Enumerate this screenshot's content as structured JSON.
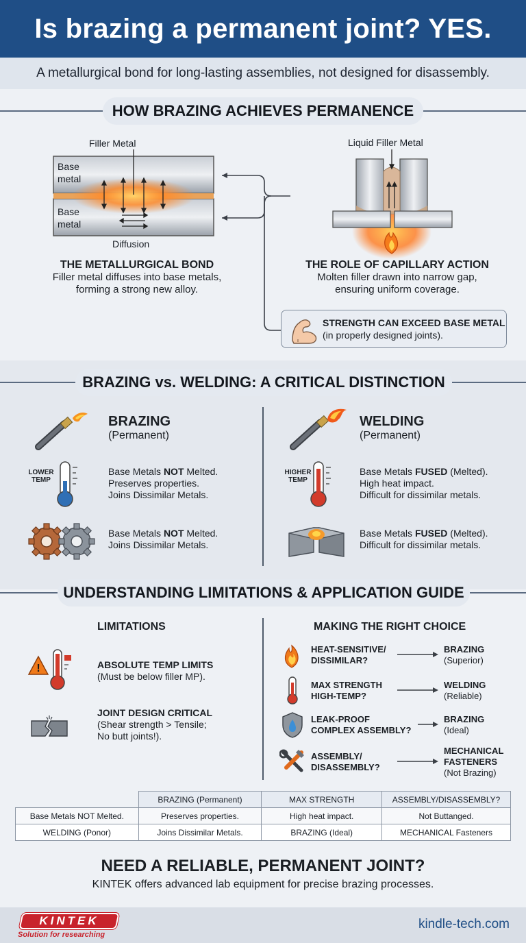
{
  "header": {
    "title": "Is brazing a permanent joint? YES.",
    "subtitle": "A metallurgical bond for long-lasting assemblies, not designed for disassembly."
  },
  "section1": {
    "title": "HOW BRAZING ACHIEVES PERMANENCE",
    "left_diagram": {
      "filler_label": "Filler Metal",
      "base_top": "Base metal",
      "base_bottom": "Base metal",
      "diffusion_label": "Diffusion"
    },
    "right_diagram": {
      "filler_label": "Liquid Filler Metal"
    },
    "left_caption": {
      "title": "THE METALLURGICAL BOND",
      "line1": "Filler metal diffuses into base metals,",
      "line2": "forming a strong new alloy."
    },
    "right_caption": {
      "title": "THE ROLE OF CAPILLARY ACTION",
      "line1": "Molten filler drawn into narrow gap,",
      "line2": "ensuring uniform coverage."
    },
    "strength_box": {
      "title": "STRENGTH CAN EXCEED BASE METAL",
      "note": "(in properly designed joints)."
    }
  },
  "section2": {
    "title": "BRAZING vs. WELDING: A CRITICAL DISTINCTION",
    "brazing": {
      "title": "BRAZING",
      "sub": "(Permanent)",
      "temp_label": "LOWER TEMP",
      "temp_line1_pre": "Base Metals ",
      "temp_line1_bold": "NOT",
      "temp_line1_post": " Melted.",
      "temp_line2": "Preserves properties.",
      "temp_line3": "Joins Dissimilar Metals.",
      "gear_line1_pre": "Base Metals ",
      "gear_line1_bold": "NOT",
      "gear_line1_post": " Melted.",
      "gear_line2": "Joins Dissimilar Metals."
    },
    "welding": {
      "title": "WELDING",
      "sub": "(Permanent)",
      "temp_label": "HIGHER TEMP",
      "temp_line1_pre": "Base Metals ",
      "temp_line1_bold": "FUSED",
      "temp_line1_post": " (Melted).",
      "temp_line2": "High heat impact.",
      "temp_line3": "Difficult for dissimilar metals.",
      "weld_line1_pre": "Base Metals ",
      "weld_line1_bold": "FUSED",
      "weld_line1_post": " (Melted).",
      "weld_line2": "Difficult for dissimilar metals."
    }
  },
  "section3": {
    "title": "UNDERSTANDING LIMITATIONS & APPLICATION GUIDE",
    "limitations": {
      "heading": "LIMITATIONS",
      "item1_title": "ABSOLUTE TEMP LIMITS",
      "item1_note": "(Must be below filler MP).",
      "item2_title": "JOINT DESIGN CRITICAL",
      "item2_note1": "(Shear strength > Tensile;",
      "item2_note2": "No butt joints!)."
    },
    "choice": {
      "heading": "MAKING THE RIGHT CHOICE",
      "rows": [
        {
          "q1": "HEAT-SENSITIVE/",
          "q2": "DISSIMILAR?",
          "a1": "BRAZING",
          "a2": "(Superior)",
          "a3": ""
        },
        {
          "q1": "MAX STRENGTH",
          "q2": "HIGH-TEMP?",
          "a1": "WELDING",
          "a2": "(Reliable)",
          "a3": ""
        },
        {
          "q1": "LEAK-PROOF",
          "q2": "COMPLEX ASSEMBLY?",
          "a1": "BRAZING",
          "a2": "(Ideal)",
          "a3": ""
        },
        {
          "q1": "ASSEMBLY/",
          "q2": "DISASSEMBLY?",
          "a1": "MECHANICAL",
          "a2": "FASTENERS",
          "a3": "(Not Brazing)"
        }
      ]
    }
  },
  "table": {
    "headers": [
      "",
      "BRAZING (Permanent)",
      "MAX STRENGTH",
      "ASSEMBLY/DISASSEMBLY?"
    ],
    "rows": [
      [
        "Base Metals NOT Melted.",
        "Preserves properties.",
        "High heat impact.",
        "Not Buttanged."
      ],
      [
        "WELDING (Ponor)",
        "Joins Dissimilar Metals.",
        "BRAZING (Ideal)",
        "MECHANICAL Fasteners"
      ]
    ]
  },
  "cta": {
    "title": "NEED A RELIABLE, PERMANENT JOINT?",
    "text": "KINTEK offers advanced lab equipment for precise brazing processes."
  },
  "footer": {
    "logo": "KINTEK",
    "tagline": "Solution for researching",
    "url": "kindle-tech.com"
  },
  "colors": {
    "header_bg": "#1f4e86",
    "flame": "#f07a1a",
    "thermo_blue": "#2f6fb5",
    "thermo_red": "#d23b2b",
    "logo_red": "#c8232c"
  }
}
